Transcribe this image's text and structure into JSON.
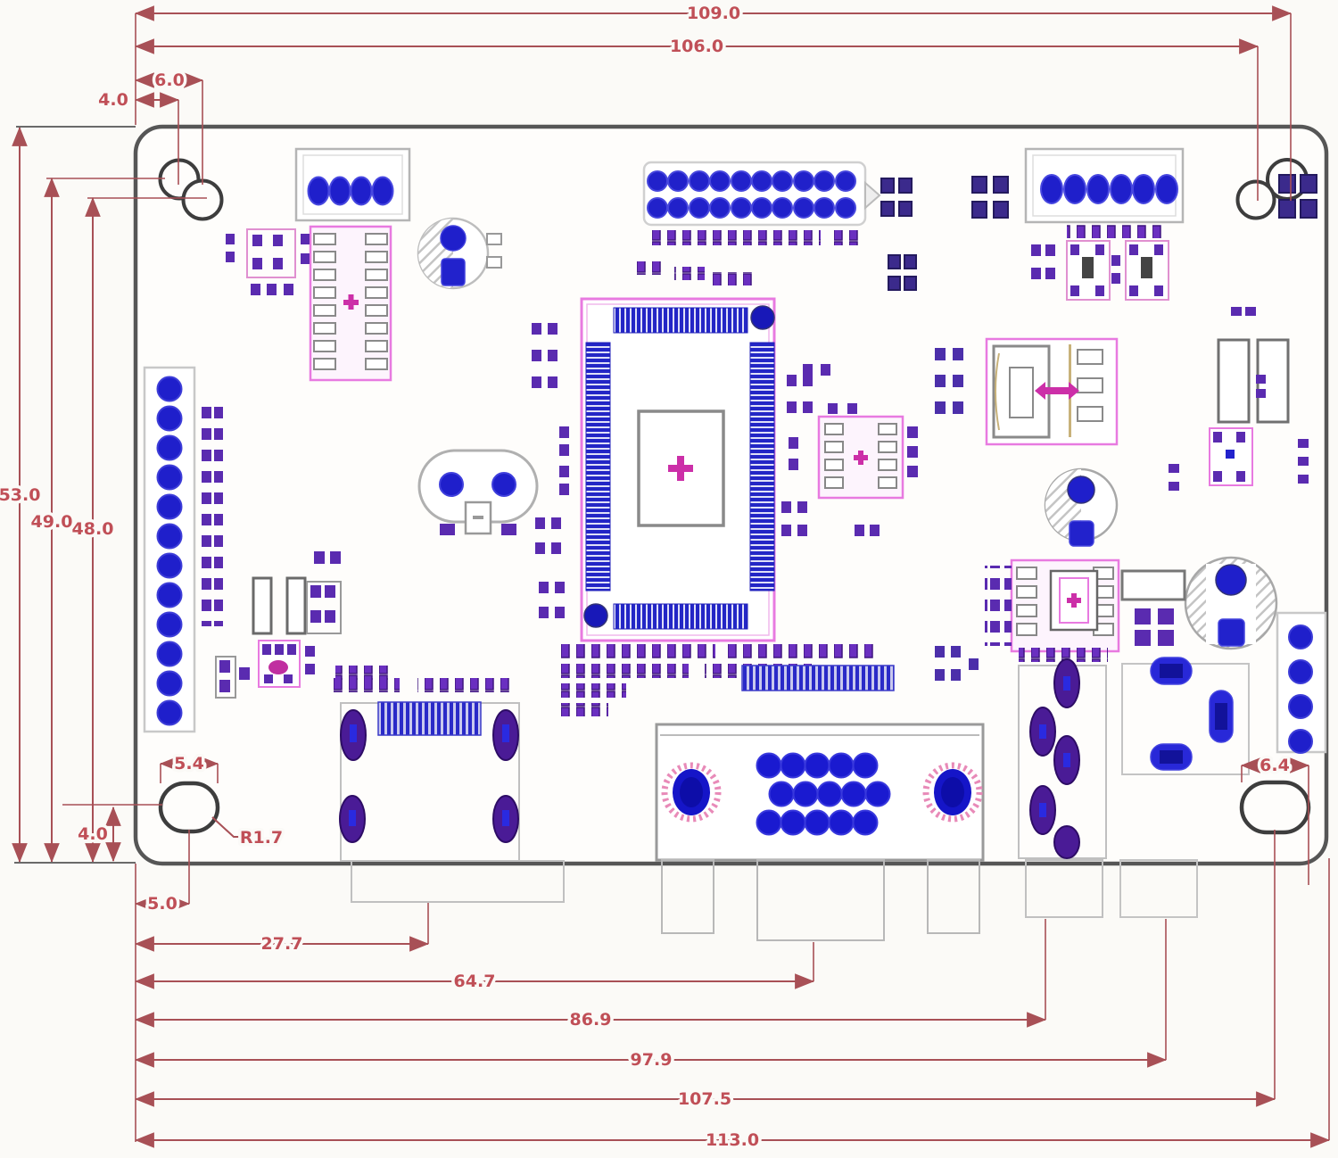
{
  "drawing": {
    "type": "pcb-dimension-drawing",
    "units_implied": "mm"
  },
  "dims": {
    "d109": {
      "label": "109.0"
    },
    "d106": {
      "label": "106.0"
    },
    "d6": {
      "label": "6.0"
    },
    "d4_top": {
      "label": "4.0"
    },
    "d53": {
      "label": "53.0"
    },
    "d49": {
      "label": "49.0"
    },
    "d48": {
      "label": "48.0"
    },
    "d5_4": {
      "label": "5.4"
    },
    "r1_7": {
      "label": "R1.7"
    },
    "d4_bot": {
      "label": "4.0"
    },
    "d5": {
      "label": "5.0"
    },
    "d27_7": {
      "label": "27.7"
    },
    "d64_7": {
      "label": "64.7"
    },
    "d86_9": {
      "label": "86.9"
    },
    "d97_9": {
      "label": "97.9"
    },
    "d107_5": {
      "label": "107.5"
    },
    "d113_0": {
      "label": "113.0"
    },
    "d6_4": {
      "label": "6.4"
    }
  },
  "colors": {
    "dimension_line": "#a85056",
    "dimension_text": "#c04f57",
    "board_outline": "#565656",
    "pad_blue": "#1f1fcb",
    "pad_purple": "#5a2bb0",
    "footprint_pink": "#e87ae0",
    "marker_magenta": "#cc2fa8",
    "silkscreen_gray": "#9a9a9a",
    "background": "#fbfaf7"
  }
}
